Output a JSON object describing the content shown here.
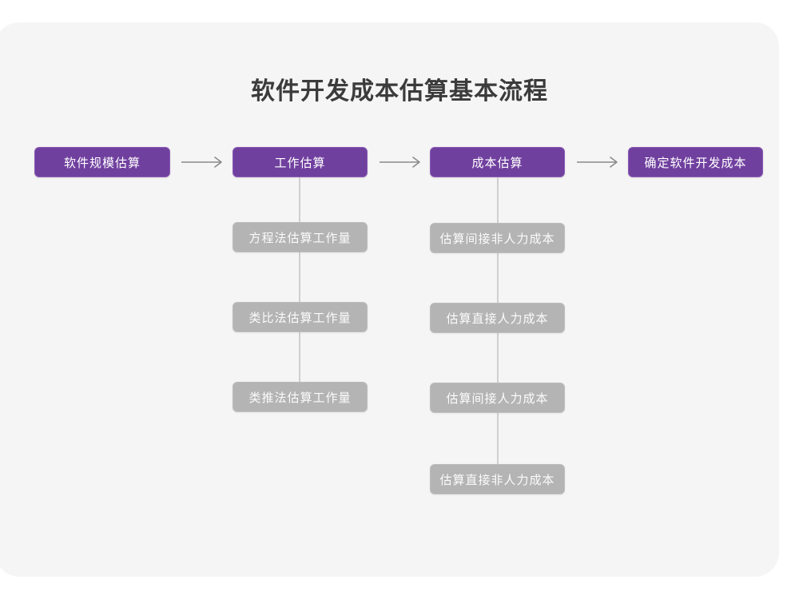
{
  "title": "软件开发成本估算基本流程",
  "colors": {
    "page_background": "#ffffff",
    "card_background": "#f5f5f5",
    "primary_node": "#70409f",
    "secondary_node": "#b4b4b4",
    "connector": "#cfcfcf",
    "title_text": "#3b3b3b",
    "node_text": "#ffffff"
  },
  "flow": {
    "main_steps": [
      {
        "id": "size",
        "label": "软件规模估算"
      },
      {
        "id": "effort",
        "label": "工作估算"
      },
      {
        "id": "cost",
        "label": "成本估算"
      },
      {
        "id": "final",
        "label": "确定软件开发成本"
      }
    ],
    "arrows": [
      {
        "id": "arrow-1",
        "glyph": "arrow-right-icon"
      },
      {
        "id": "arrow-2",
        "glyph": "arrow-right-icon"
      },
      {
        "id": "arrow-3",
        "glyph": "arrow-right-icon"
      }
    ],
    "effort_methods": [
      {
        "label": "方程法估算工作量"
      },
      {
        "label": "类比法估算工作量"
      },
      {
        "label": "类推法估算工作量"
      }
    ],
    "cost_items": [
      {
        "label": "估算间接非人力成本"
      },
      {
        "label": "估算直接人力成本"
      },
      {
        "label": "估算间接人力成本"
      },
      {
        "label": "估算直接非人力成本"
      }
    ]
  }
}
